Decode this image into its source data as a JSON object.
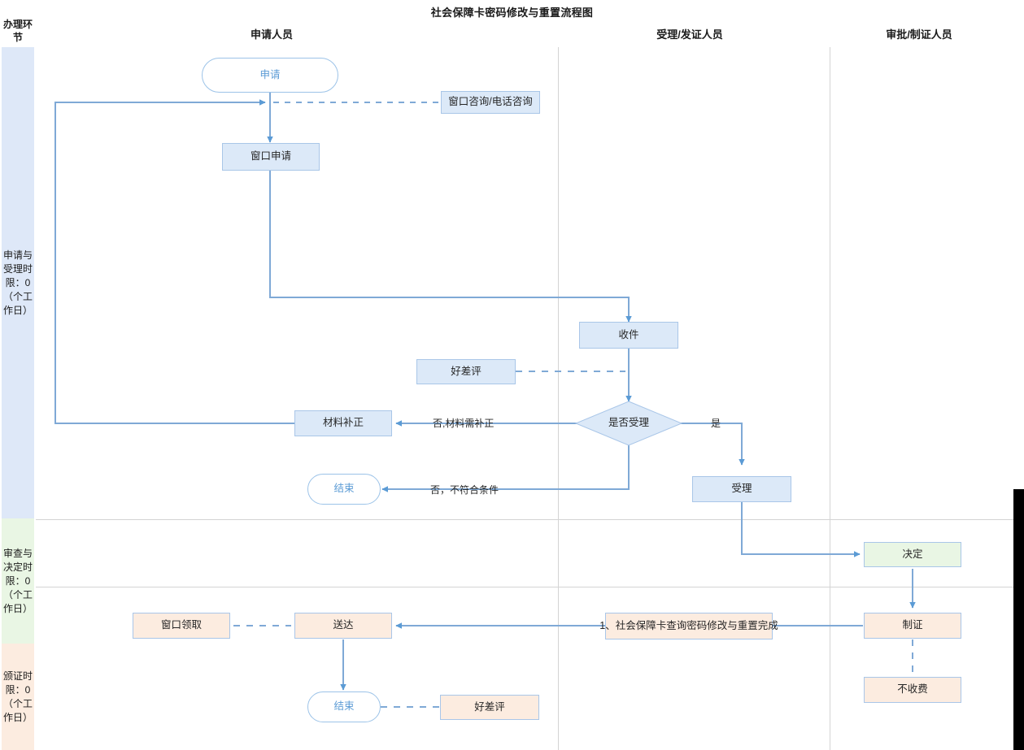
{
  "title": "社会保障卡密码修改与重置流程图",
  "stage_column": {
    "header": "办理环节",
    "bands": [
      {
        "id": "apply-accept",
        "label": "申请与受理时限：0（个工作日）",
        "color": "#dee8f8"
      },
      {
        "id": "review-decide",
        "label": "审查与决定时限：0（个工作日）",
        "color": "#e9f6e4"
      },
      {
        "id": "issue-cert",
        "label": "颁证时限：0（个工作日）",
        "color": "#fcece0"
      }
    ]
  },
  "lanes": [
    {
      "id": "applicant",
      "label": "申请人员"
    },
    {
      "id": "acceptor",
      "label": "受理/发证人员"
    },
    {
      "id": "approver",
      "label": "审批/制证人员"
    }
  ],
  "nodes": {
    "start": {
      "label": "申请",
      "shape": "terminator",
      "color": "white"
    },
    "consult": {
      "label": "窗口咨询/电话咨询",
      "shape": "note",
      "color": "blue"
    },
    "window_apply": {
      "label": "窗口申请",
      "shape": "process",
      "color": "blue"
    },
    "receive": {
      "label": "收件",
      "shape": "process",
      "color": "blue"
    },
    "rating_top": {
      "label": "好差评",
      "shape": "note",
      "color": "blue"
    },
    "decision": {
      "label": "是否受理",
      "shape": "diamond",
      "color": "blue"
    },
    "material_fix": {
      "label": "材料补正",
      "shape": "process",
      "color": "blue"
    },
    "end_top": {
      "label": "结束",
      "shape": "terminator",
      "color": "white"
    },
    "accept": {
      "label": "受理",
      "shape": "process",
      "color": "blue"
    },
    "decide": {
      "label": "决定",
      "shape": "process",
      "color": "green"
    },
    "make_cert": {
      "label": "制证",
      "shape": "process",
      "color": "peach"
    },
    "no_fee": {
      "label": "不收费",
      "shape": "process",
      "color": "peach"
    },
    "result_note": {
      "label": "1、社会保障卡查询密码修改与重置完成",
      "shape": "note",
      "color": "peach"
    },
    "deliver": {
      "label": "送达",
      "shape": "process",
      "color": "peach"
    },
    "window_pickup": {
      "label": "窗口领取",
      "shape": "process",
      "color": "peach"
    },
    "end_bottom": {
      "label": "结束",
      "shape": "terminator",
      "color": "white"
    },
    "rating_bottom": {
      "label": "好差评",
      "shape": "note",
      "color": "peach"
    }
  },
  "edge_labels": {
    "yes": "是",
    "no_material": "否,材料需补正",
    "no_condition": "否，不符合条件"
  },
  "colors": {
    "line": "#7fa9d6",
    "node_blue_fill": "#dce9f8",
    "node_peach_fill": "#fcece0",
    "node_green_fill": "#e9f6e4",
    "node_border": "#a9c6e8",
    "band_blue": "#dee8f8",
    "band_green": "#e9f6e4",
    "band_peach": "#fcece0",
    "divider": "#d4d4d4",
    "text": "#262626",
    "terminator_text": "#5b9bd5",
    "scrollbar": "#000000"
  }
}
